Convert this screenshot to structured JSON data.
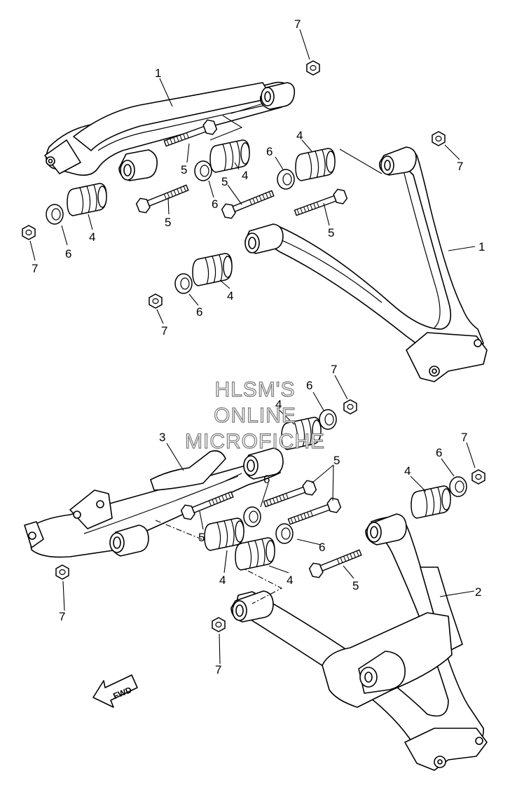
{
  "watermark": {
    "line1": "HLSM'S",
    "line2": "ONLINE",
    "line3": "MICROFICHE"
  },
  "direction_label": "FWD",
  "callouts": {
    "c1a": "1",
    "c1b": "1",
    "c2": "2",
    "c3": "3",
    "c4a": "4",
    "c4b": "4",
    "c4c": "4",
    "c4d": "4",
    "c4e": "4",
    "c4f": "4",
    "c4g": "4",
    "c4h": "4",
    "c5a": "5",
    "c5b": "5",
    "c5c": "5",
    "c5d": "5",
    "c5e": "5",
    "c5f": "5",
    "c5g": "5",
    "c6a": "6",
    "c6b": "6",
    "c6c": "6",
    "c6d": "6",
    "c6e": "6",
    "c6f": "6",
    "c6g": "6",
    "c6h": "6",
    "c7a": "7",
    "c7b": "7",
    "c7c": "7",
    "c7d": "7",
    "c7e": "7",
    "c7f": "7",
    "c7g": "7"
  }
}
